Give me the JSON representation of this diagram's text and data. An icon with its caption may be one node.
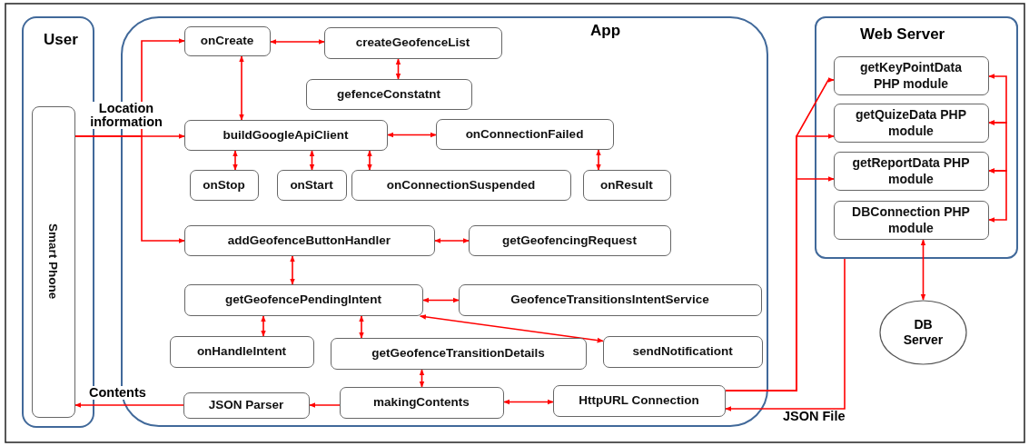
{
  "diagram": {
    "nodes": [
      {
        "text": [
          "User"
        ]
      },
      {
        "text": [
          "Smart Phone"
        ],
        "in": 0
      },
      {
        "text": [
          "App"
        ]
      },
      {
        "text": [
          "onCreate"
        ],
        "in": 2
      },
      {
        "text": [
          "createGeofenceList"
        ],
        "in": 2
      },
      {
        "text": [
          "gefenceConstatnt"
        ],
        "in": 2
      },
      {
        "text": [
          "buildGoogleApiClient"
        ],
        "in": 2
      },
      {
        "text": [
          "onConnectionFailed"
        ],
        "in": 2
      },
      {
        "text": [
          "onStop"
        ],
        "in": 2
      },
      {
        "text": [
          "onStart"
        ],
        "in": 2
      },
      {
        "text": [
          "onConnectionSuspended"
        ],
        "in": 2
      },
      {
        "text": [
          "onResult"
        ],
        "in": 2
      },
      {
        "text": [
          "addGeofenceButtonHandler"
        ],
        "in": 2
      },
      {
        "text": [
          "getGeofencingRequest"
        ],
        "in": 2
      },
      {
        "text": [
          "getGeofencePendingIntent"
        ],
        "in": 2
      },
      {
        "text": [
          "GeofenceTransitionsIntentService"
        ],
        "in": 2
      },
      {
        "text": [
          "onHandleIntent"
        ],
        "in": 2
      },
      {
        "text": [
          "getGeofenceTransitionDetails"
        ],
        "in": 2
      },
      {
        "text": [
          "sendNotificationt"
        ],
        "in": 2
      },
      {
        "text": [
          "JSON Parser"
        ],
        "in": 2
      },
      {
        "text": [
          "makingContents"
        ],
        "in": 2
      },
      {
        "text": [
          "HttpURL Connection"
        ],
        "in": 2
      },
      {
        "text": [
          "Web Server"
        ]
      },
      {
        "text": [
          "getKeyPointData PHP module"
        ],
        "in": 22
      },
      {
        "text": [
          "getQuizeData PHP module"
        ],
        "in": 22
      },
      {
        "text": [
          "getReportData PHP module"
        ],
        "in": 22
      },
      {
        "text": [
          "DBConnection PHP module"
        ],
        "in": 22
      },
      {
        "text": [
          "DB Server"
        ]
      }
    ],
    "edges": [
      {
        "from": 1,
        "to": 6,
        "arrow": "to",
        "label": "Location information"
      },
      {
        "from": 1,
        "to": 3,
        "arrow": "to"
      },
      {
        "from": 1,
        "to": 12,
        "arrow": "to"
      },
      {
        "from": 3,
        "to": 4,
        "arrow": "both"
      },
      {
        "from": 4,
        "to": 5,
        "arrow": "both"
      },
      {
        "from": 3,
        "to": 6,
        "arrow": "both"
      },
      {
        "from": 6,
        "to": 7,
        "arrow": "both"
      },
      {
        "from": 6,
        "to": 8,
        "arrow": "both"
      },
      {
        "from": 6,
        "to": 9,
        "arrow": "both"
      },
      {
        "from": 6,
        "to": 10,
        "arrow": "both"
      },
      {
        "from": 7,
        "to": 11,
        "arrow": "both"
      },
      {
        "from": 12,
        "to": 13,
        "arrow": "both"
      },
      {
        "from": 12,
        "to": 14,
        "arrow": "both"
      },
      {
        "from": 14,
        "to": 15,
        "arrow": "both"
      },
      {
        "from": 14,
        "to": 18,
        "arrow": "both"
      },
      {
        "from": 14,
        "to": 16,
        "arrow": "both"
      },
      {
        "from": 14,
        "to": 17,
        "arrow": "both"
      },
      {
        "from": 17,
        "to": 20,
        "arrow": "both"
      },
      {
        "from": 20,
        "to": 19,
        "arrow": "to"
      },
      {
        "from": 19,
        "to": 1,
        "arrow": "to",
        "label": "Contents"
      },
      {
        "from": 20,
        "to": 21,
        "arrow": "both"
      },
      {
        "from": 21,
        "to": 23,
        "arrow": "to"
      },
      {
        "from": 21,
        "to": 24,
        "arrow": "to"
      },
      {
        "from": 21,
        "to": 25,
        "arrow": "to"
      },
      {
        "from": 22,
        "to": 21,
        "arrow": "to",
        "label": "JSON File"
      },
      {
        "from": 23,
        "to": 24,
        "arrow": "both"
      },
      {
        "from": 24,
        "to": 25,
        "arrow": "both"
      },
      {
        "from": 25,
        "to": 26,
        "arrow": "both"
      },
      {
        "from": 26,
        "to": 27,
        "arrow": "both"
      }
    ]
  }
}
